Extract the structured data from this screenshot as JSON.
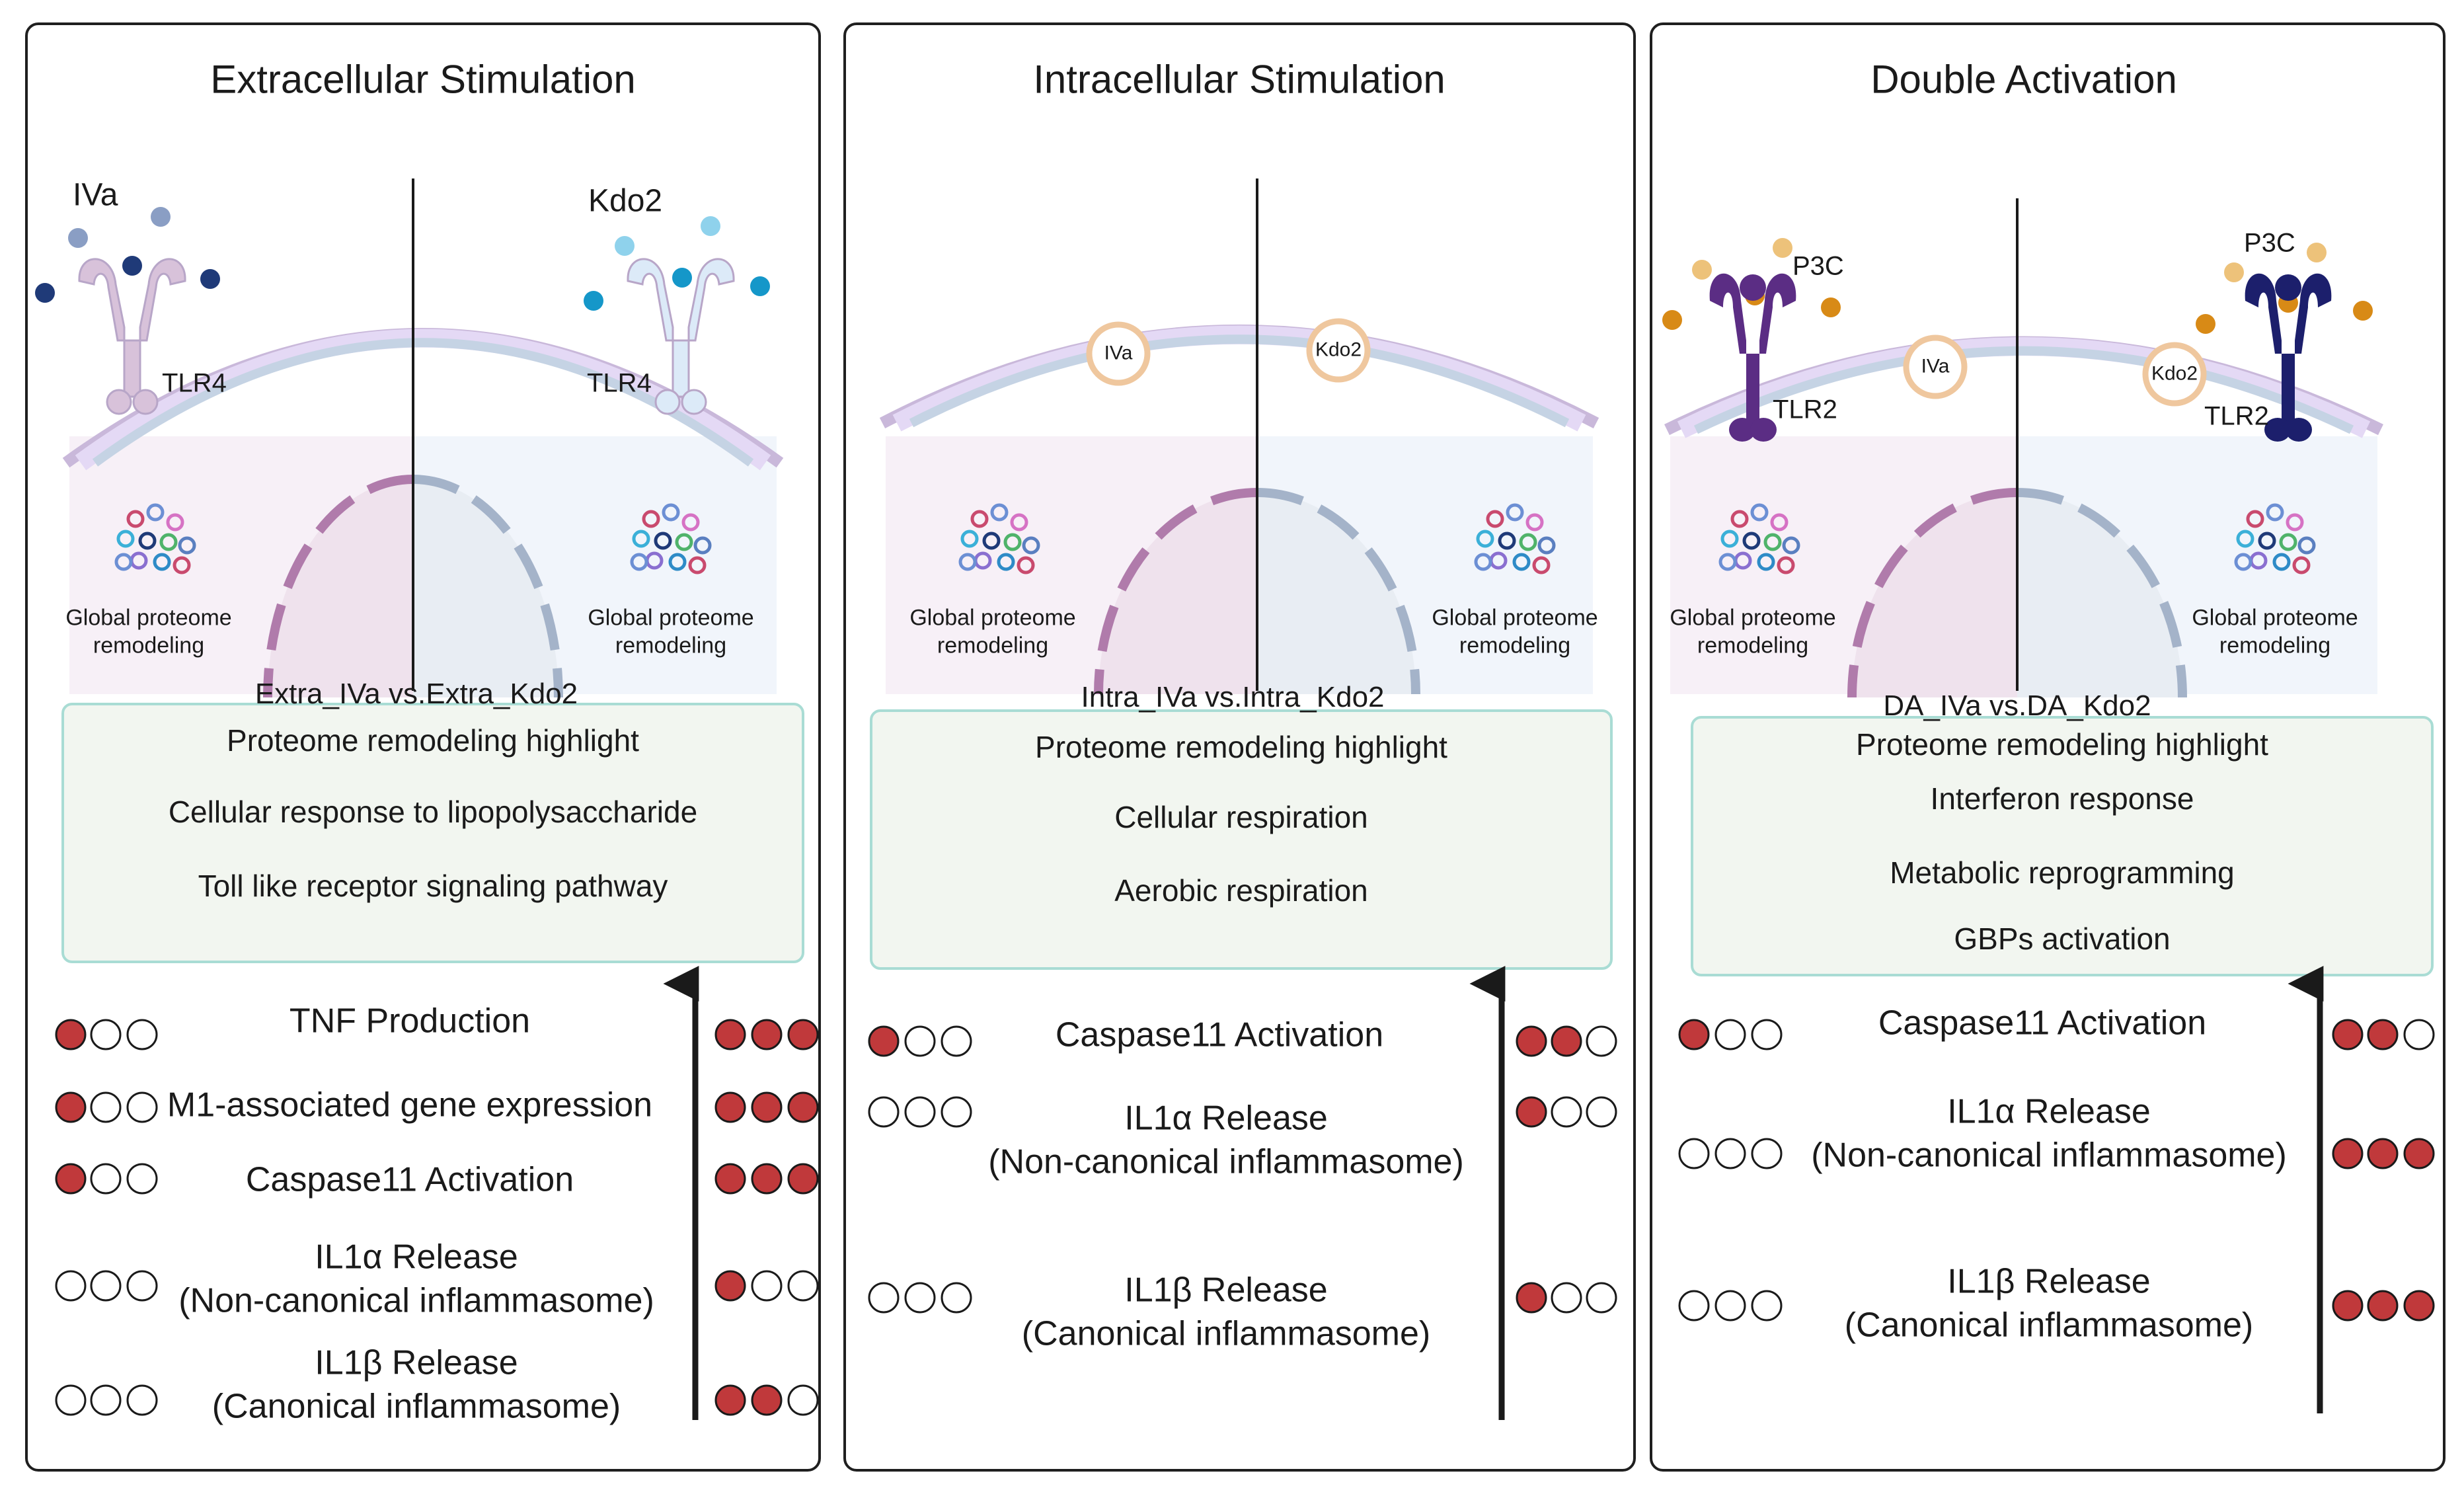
{
  "colors": {
    "panel_border": "#1f1f1f",
    "membrane_outer_left": "#c9b8da",
    "membrane_outer_right": "#c5d3e4",
    "membrane_lipid_left": "#e4d9f5",
    "membrane_lipid_right": "#e1ecfb",
    "cytoplasm_left": "#f7f0f7",
    "cytoplasm_right": "#f1f5fb",
    "nucleus_left": "#efe2ed",
    "nucleus_right": "#e8edf3",
    "nuclear_envelope_left": "#b07bab",
    "nuclear_envelope_right": "#a4b3c9",
    "highlight_box_fill": "#f2f6f0",
    "highlight_box_border": "#a9dcd4",
    "dot_filled": "#c0393b",
    "arrow": "#1a1a1a",
    "ligand_iva": "#1f3a78",
    "ligand_iva_light": "#8a9ec4",
    "ligand_kdo2": "#1597c9",
    "ligand_kdo2_light": "#8fd2ec",
    "ligand_p3c": "#d88a16",
    "ligand_p3c_light": "#edc27a",
    "tlr4_left": "#d8c2da",
    "tlr4_right": "#dceaf8",
    "tlr2_left": "#5b2d84",
    "tlr2_right": "#1c1f6c",
    "vesicle_border": "#efc79e"
  },
  "icons": [
    "tlr4-receptor-icon",
    "tlr2-receptor-icon",
    "ligand-dot-icon",
    "lipid-vesicle-icon",
    "proteome-cluster-icon",
    "nucleus-icon",
    "up-arrow-icon",
    "indicator-dot-icon"
  ],
  "panels": [
    {
      "id": "extra",
      "title": "Extracellular Stimulation",
      "ligand_left": "IVa",
      "ligand_right": "Kdo2",
      "receptor_left": "TLR4",
      "receptor_right": "TLR4",
      "vesicle_left": "",
      "vesicle_right": "",
      "proteome_left": [
        "Global proteome",
        "remodeling"
      ],
      "proteome_right": [
        "Global proteome",
        "remodeling"
      ],
      "comparison": "Extra_IVa vs.Extra_Kdo2",
      "highlight_title": "Proteome remodeling highlight",
      "pathways": [
        "Cellular response to lipopolysaccharide",
        "Toll like receptor signaling pathway"
      ],
      "readouts": [
        {
          "label": [
            "TNF Production"
          ],
          "left_level": 1,
          "right_level": 3
        },
        {
          "label": [
            "M1-associated gene expression"
          ],
          "left_level": 1,
          "right_level": 3
        },
        {
          "label": [
            "Caspase11 Activation"
          ],
          "left_level": 1,
          "right_level": 3
        },
        {
          "label": [
            "IL1α Release",
            "(Non-canonical inflammasome)"
          ],
          "left_level": 0,
          "right_level": 1
        },
        {
          "label": [
            "IL1β Release",
            "(Canonical inflammasome)"
          ],
          "left_level": 0,
          "right_level": 2
        }
      ]
    },
    {
      "id": "intra",
      "title": "Intracellular Stimulation",
      "ligand_left": "",
      "ligand_right": "",
      "receptor_left": "",
      "receptor_right": "",
      "vesicle_left": "IVa",
      "vesicle_right": "Kdo2",
      "proteome_left": [
        "Global proteome",
        "remodeling"
      ],
      "proteome_right": [
        "Global proteome",
        "remodeling"
      ],
      "comparison": "Intra_IVa vs.Intra_Kdo2",
      "highlight_title": "Proteome remodeling highlight",
      "pathways": [
        "Cellular respiration",
        "Aerobic respiration"
      ],
      "readouts": [
        {
          "label": [
            "Caspase11 Activation"
          ],
          "left_level": 1,
          "right_level": 2
        },
        {
          "label": [
            "IL1α Release",
            "(Non-canonical inflammasome)"
          ],
          "left_level": 0,
          "right_level": 1
        },
        {
          "label": [
            "IL1β Release",
            "(Canonical inflammasome)"
          ],
          "left_level": 0,
          "right_level": 1
        }
      ]
    },
    {
      "id": "double",
      "title": "Double Activation",
      "ligand_left": "P3C",
      "ligand_right": "P3C",
      "receptor_left": "TLR2",
      "receptor_right": "TLR2",
      "vesicle_left": "IVa",
      "vesicle_right": "Kdo2",
      "proteome_left": [
        "Global proteome",
        "remodeling"
      ],
      "proteome_right": [
        "Global proteome",
        "remodeling"
      ],
      "comparison": "DA_IVa vs.DA_Kdo2",
      "highlight_title": "Proteome remodeling highlight",
      "pathways": [
        "Interferon response",
        "Metabolic reprogramming",
        "GBPs activation"
      ],
      "readouts": [
        {
          "label": [
            "Caspase11 Activation"
          ],
          "left_level": 1,
          "right_level": 2
        },
        {
          "label": [
            "IL1α Release",
            "(Non-canonical inflammasome)"
          ],
          "left_level": 0,
          "right_level": 3
        },
        {
          "label": [
            "IL1β Release",
            "(Canonical inflammasome)"
          ],
          "left_level": 0,
          "right_level": 3
        }
      ]
    }
  ]
}
